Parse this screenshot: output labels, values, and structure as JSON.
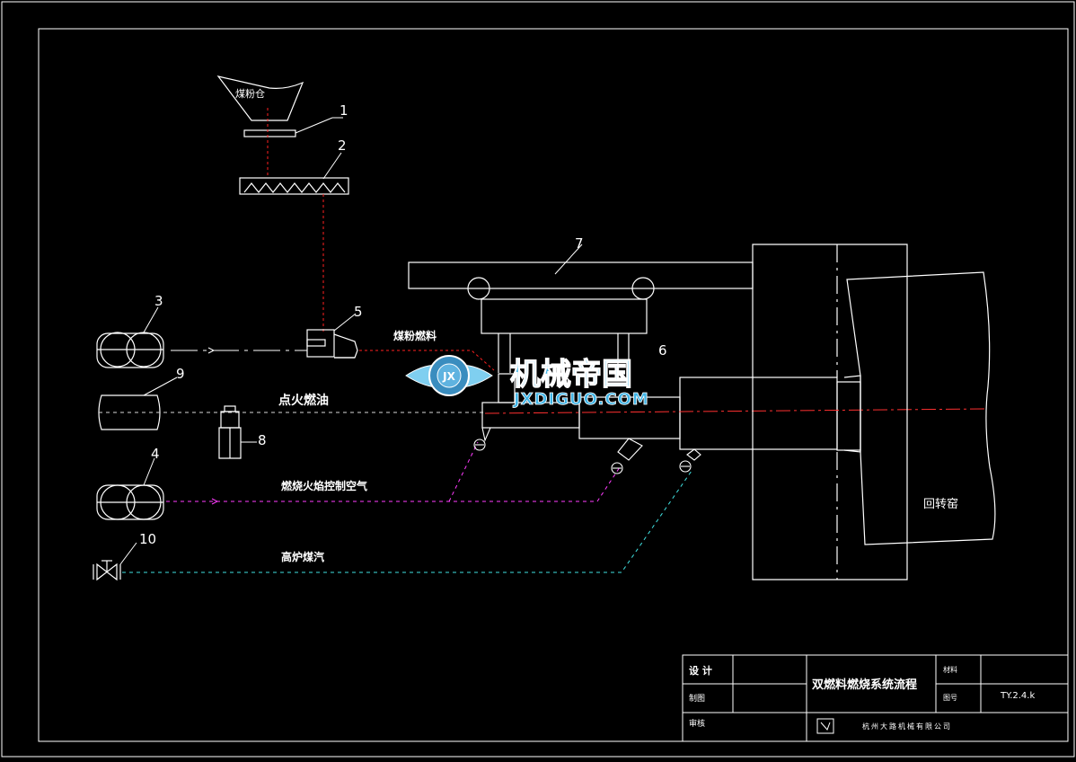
{
  "labels": {
    "hopper": "煤粉仓",
    "coal_fuel": "煤粉燃料",
    "ignition_oil": "点火燃油",
    "flame_air": "燃烧火焰控制空气",
    "blast_gas": "高炉煤汽",
    "kiln": "回转窑"
  },
  "numbers": [
    "1",
    "2",
    "3",
    "4",
    "5",
    "6",
    "7",
    "8",
    "9",
    "10"
  ],
  "watermark": {
    "chinese": "机械帝国",
    "latin": "JXDIGUO.COM",
    "badge": "JX"
  },
  "title_block": {
    "design": "设 计",
    "drafting": "制图",
    "review": "审核",
    "drawing_title": "双燃料燃烧系统流程",
    "material": "材料",
    "drawing_no_label": "图号",
    "drawing_no": "TY.2.4.k",
    "company": "杭州大路机械有限公司"
  },
  "colors": {
    "line": "#ffffff",
    "coal_path": "#ff2020",
    "oil_path": "#d8d8d8",
    "air_path": "#ff3cff",
    "gas_path": "#40e0e0",
    "axis": "#ff3030",
    "watermark_text": "#3fb4e6"
  }
}
